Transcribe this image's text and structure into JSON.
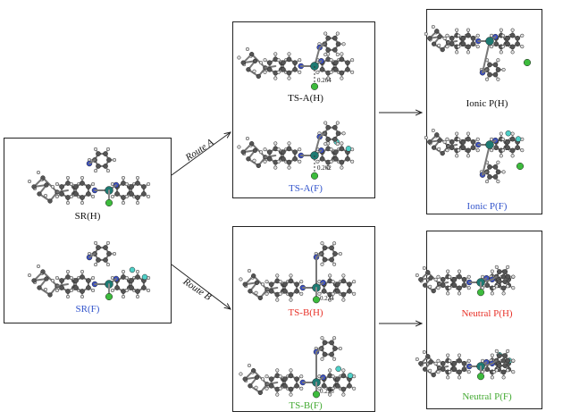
{
  "routes": {
    "a": "Route A",
    "b": "Route B"
  },
  "sr": {
    "h_label": "SR(H)",
    "f_label": "SR(F)"
  },
  "ts_a": {
    "h_label": "TS-A(H)",
    "h_dist": "0.264",
    "f_label": "TS-A(F)",
    "f_dist": "0.262"
  },
  "ts_b": {
    "h_label": "TS-B(H)",
    "h_dist": "0.234",
    "f_label": "TS-B(F)",
    "f_dist": "0.228"
  },
  "ionic": {
    "h_label": "Ionic P(H)",
    "f_label": "Ionic P(F)"
  },
  "neutral": {
    "h_label": "Neutral P(H)",
    "f_label": "Neutral P(F)"
  },
  "colors": {
    "black_label": "#111111",
    "blue_label": "#3355cc",
    "red_label": "#e8332a",
    "green_label": "#44aa33",
    "carbon": "#555555",
    "nitrogen": "#3a4fc4",
    "metal": "#1e7a72",
    "chloride": "#3dbb3d",
    "fluorine": "#4fd0c8",
    "hydrogen": "#e0e0e0"
  }
}
